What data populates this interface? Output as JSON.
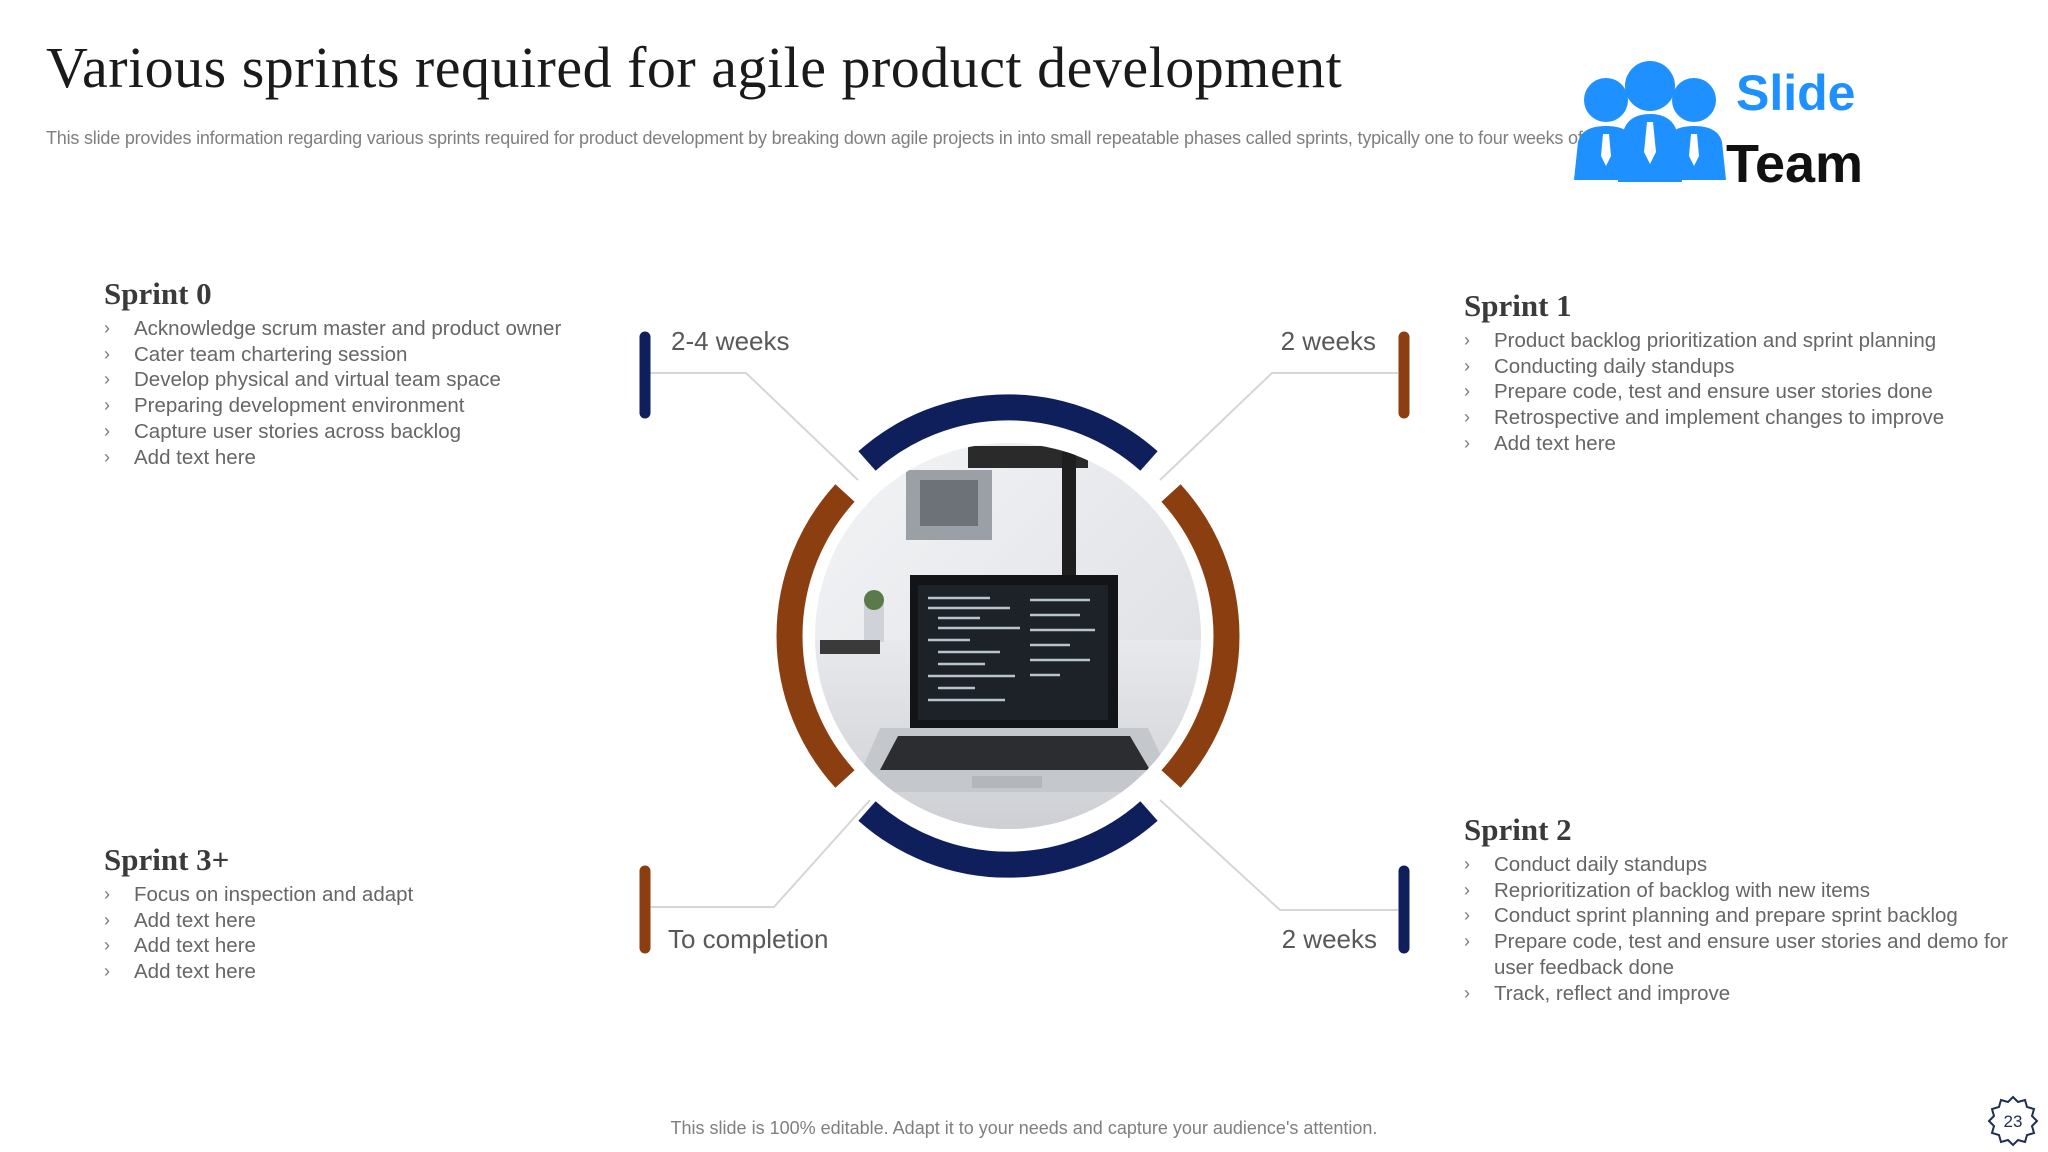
{
  "title": "Various sprints required for agile product development",
  "subtitle": "This slide provides information regarding various sprints required for product development by breaking down agile projects in into small repeatable phases called sprints, typically one to four weeks of duration.",
  "logo": {
    "line1": "Slide",
    "line2": "Team"
  },
  "sprints": [
    {
      "heading": "Sprint  0",
      "duration": "2-4 weeks",
      "items": [
        "Acknowledge scrum master and  product owner",
        "Cater team chartering  session",
        "Develop  physical and virtual  team space",
        "Preparing  development  environment",
        "Capture  user stories across  backlog",
        "Add text here"
      ]
    },
    {
      "heading": "Sprint  1",
      "duration": "2 weeks",
      "items": [
        "Product backlog prioritization and    sprint planning",
        "Conducting  daily standups",
        "Prepare  code, test and ensure  user stories done",
        "Retrospective  and implement changes  to improve",
        "Add text here"
      ]
    },
    {
      "heading": "Sprint  2",
      "duration": "2 weeks",
      "items": [
        "Conduct daily standups",
        "Reprioritization  of backlog with new items",
        "Conduct sprint planning  and prepare  sprint backlog",
        "Prepare code, test and ensure user stories and demo for user feedback done",
        "Track,  reflect and improve"
      ]
    },
    {
      "heading": "Sprint  3+",
      "duration": "To completion",
      "items": [
        "Focus on inspection and adapt",
        "Add text here",
        "Add text here",
        "Add text here"
      ]
    }
  ],
  "colors": {
    "navy": "#0f1f5c",
    "brown": "#8b3e0f",
    "logo_blue": "#1e90ff"
  },
  "footer": "This slide is 100% editable. Adapt it to your needs and capture your audience's attention.",
  "page_number": "23"
}
